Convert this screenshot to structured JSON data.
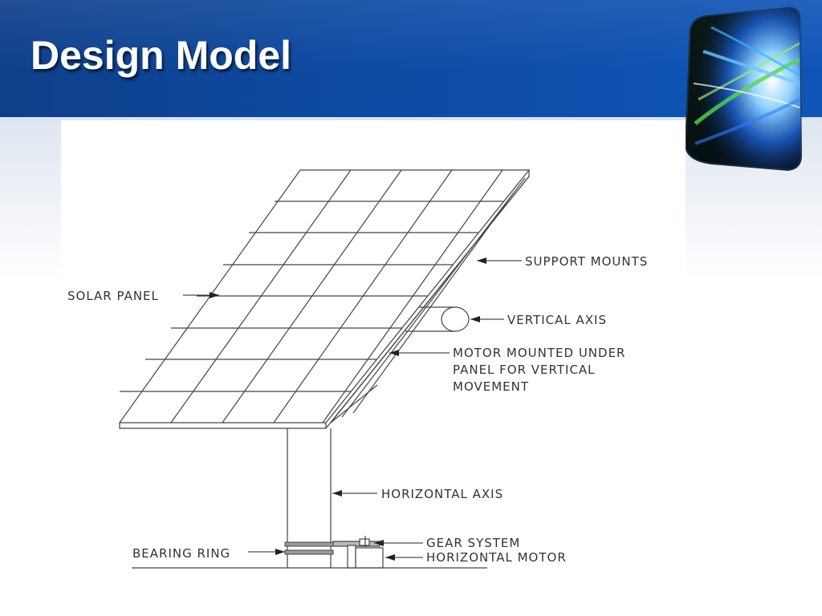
{
  "slide": {
    "title": "Design Model"
  },
  "diagram": {
    "labels": {
      "solar_panel": "SOLAR PANEL",
      "support_mounts": "SUPPORT MOUNTS",
      "vertical_axis": "VERTICAL AXIS",
      "motor_line1": "MOTOR MOUNTED UNDER",
      "motor_line2": "PANEL FOR VERTICAL",
      "motor_line3": "MOVEMENT",
      "horizontal_axis": "HORIZONTAL AXIS",
      "gear_system": "GEAR SYSTEM",
      "horizontal_motor": "HORIZONTAL MOTOR",
      "bearing_ring": "BEARING RING"
    }
  },
  "colors": {
    "header_blue": "#0d4ba3",
    "line": "#444444"
  },
  "icons": {
    "logo": "light-burst-cube-icon"
  }
}
